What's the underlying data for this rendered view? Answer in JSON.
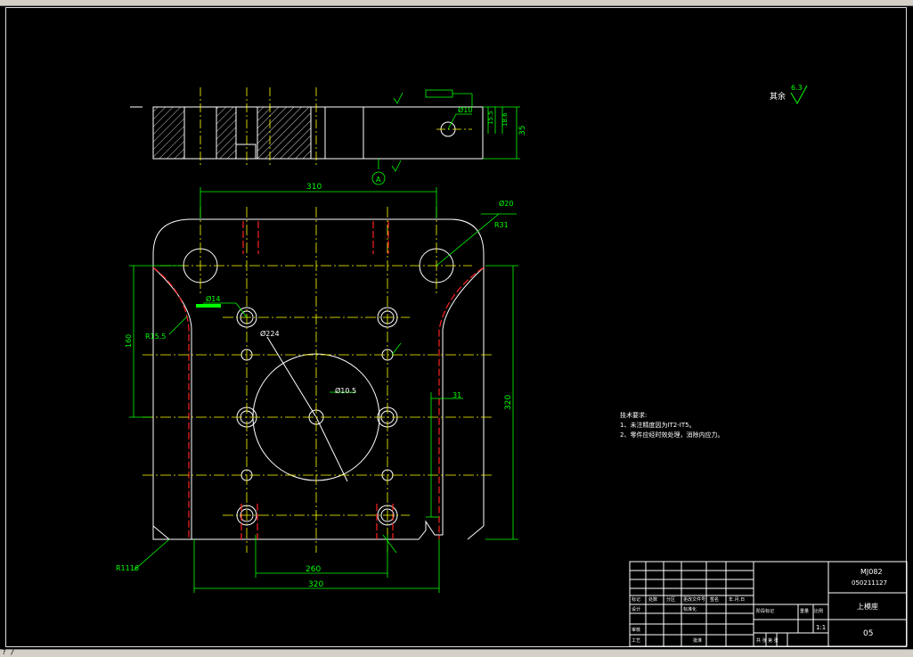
{
  "drawing": {
    "status_text": "? /",
    "other_roughness_label": "其余",
    "other_roughness_value": "6.3",
    "section_label": "A",
    "tech_title": "技术要求:",
    "tech_items": [
      "1、未注精度因为IT2-IT5。",
      "2、零件应经时效处理，消除内应力。"
    ],
    "dims": {
      "top_thick": "35",
      "d10": "Ø10",
      "d_small1": "15.5",
      "d_small2": "18.6",
      "w310": "310",
      "d20": "Ø20",
      "r31": "R31",
      "d14": "Ø14",
      "d224": "Ø224",
      "r155": "R15.5",
      "h160": "160",
      "d105": "Ø10.5",
      "w31": "31",
      "h320": "320",
      "w260": "260",
      "w320": "320",
      "r1116": "R1116"
    },
    "title_block": {
      "code": "MJ082",
      "number": "050211127",
      "part_name": "上模座",
      "sheet": "05",
      "scale": "1:1",
      "h_mark": "标记",
      "h_count": "处数",
      "h_zone": "分区",
      "h_doc": "更改文件号",
      "h_sign": "签名",
      "h_date": "年.月.日",
      "designer": "设计",
      "standard": "标准化",
      "stage": "阶段标记",
      "weight": "重量",
      "ratio": "比例",
      "review": "审核",
      "process": "工艺",
      "approve": "批准",
      "sheets": "共  张  第  张"
    }
  }
}
